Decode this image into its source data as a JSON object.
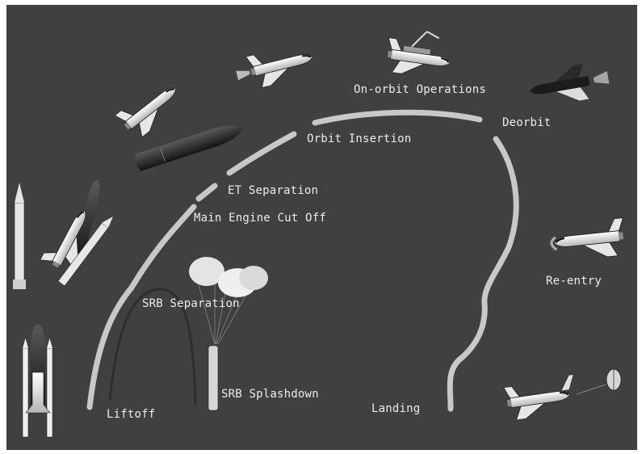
{
  "diagram": {
    "stages": {
      "liftoff": "Liftoff",
      "srb_separation": "SRB Separation",
      "srb_splashdown": "SRB Splashdown",
      "main_engine_cut_off": "Main Engine Cut Off",
      "et_separation": "ET Separation",
      "orbit_insertion": "Orbit Insertion",
      "on_orbit_operations": "On-orbit Operations",
      "deorbit": "Deorbit",
      "re_entry": "Re-entry",
      "landing": "Landing"
    },
    "colors": {
      "background": "#404040",
      "path": "#c8c8c8",
      "label": "#ececec"
    },
    "icons": [
      "shuttle-stack-icon",
      "solid-rocket-booster-icon",
      "shuttle-separation-icon",
      "shuttle-ascending-icon",
      "external-tank-icon",
      "shuttle-orbiting-icon",
      "shuttle-payload-bay-icon",
      "shuttle-deorbit-icon",
      "shuttle-reentry-icon",
      "shuttle-landed-icon",
      "drag-chute-icon",
      "parachutes-icon"
    ]
  }
}
